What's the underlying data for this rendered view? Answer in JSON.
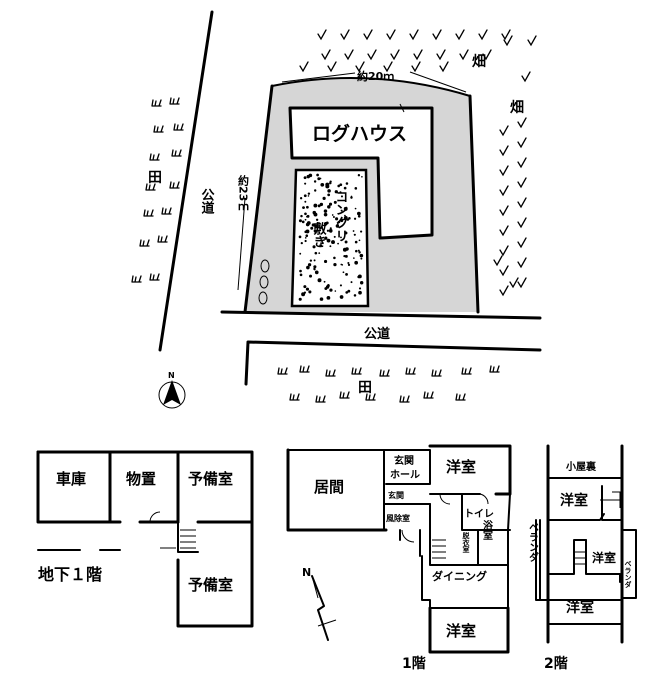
{
  "site": {
    "building": "ログハウス",
    "concrete": "コンクリ敷き",
    "width_dim": "約20ｍ",
    "depth_dim": "約23ｍ",
    "road_left": "公道",
    "road_bottom": "公道",
    "field_right_1": "畑",
    "field_right_2": "畑",
    "rice_left": "田",
    "rice_bottom": "田",
    "north_mark": "N"
  },
  "basement": {
    "label": "地下１階",
    "rooms": [
      "車庫",
      "物置",
      "予備室",
      "予備室"
    ]
  },
  "floor1": {
    "label": "1階",
    "rooms": {
      "living": "居間",
      "entrance_hall": "玄関ホール",
      "western1": "洋室",
      "entrance": "玄関",
      "dust_room": "風除室",
      "toilet": "トイレ",
      "dressing": "脱衣室",
      "bath": "浴室",
      "dining": "ダイニング",
      "western2": "洋室"
    },
    "north_mark": "N"
  },
  "floor2": {
    "label": "2階",
    "rooms": {
      "attic": "小屋裏",
      "western1": "洋室",
      "veranda1": "ベランダ",
      "western2": "洋室",
      "veranda2": "ベランダ",
      "western3": "洋室"
    }
  }
}
